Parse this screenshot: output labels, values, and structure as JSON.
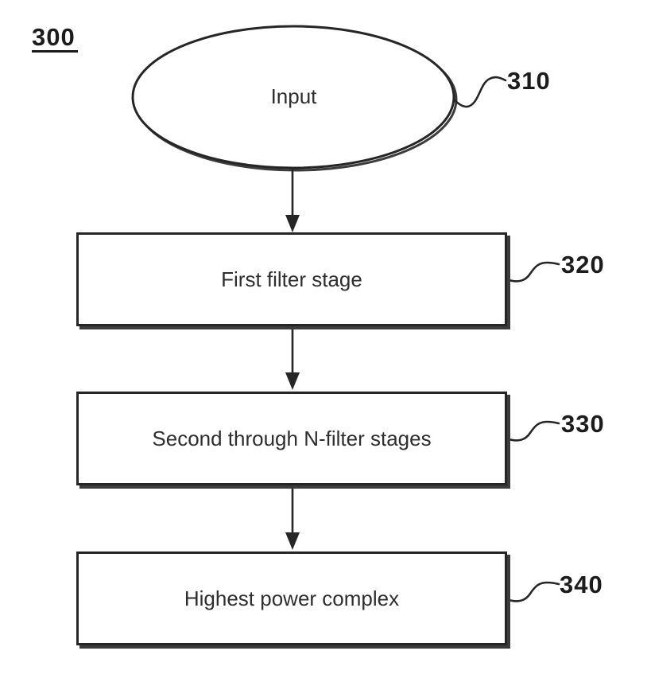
{
  "figure": {
    "figure_label": "300",
    "nodes": [
      {
        "shape": "ellipse",
        "label": "Input",
        "ref": "310"
      },
      {
        "shape": "rect",
        "label": "First filter stage",
        "ref": "320"
      },
      {
        "shape": "rect",
        "label": "Second through N-filter stages",
        "ref": "330"
      },
      {
        "shape": "rect",
        "label": "Highest power complex",
        "ref": "340"
      }
    ],
    "edges": [
      {
        "from": "Input",
        "to": "First filter stage"
      },
      {
        "from": "First filter stage",
        "to": "Second through N-filter stages"
      },
      {
        "from": "Second through N-filter stages",
        "to": "Highest power complex"
      }
    ],
    "colors": {
      "ink": "#222222",
      "background": "#ffffff"
    }
  }
}
